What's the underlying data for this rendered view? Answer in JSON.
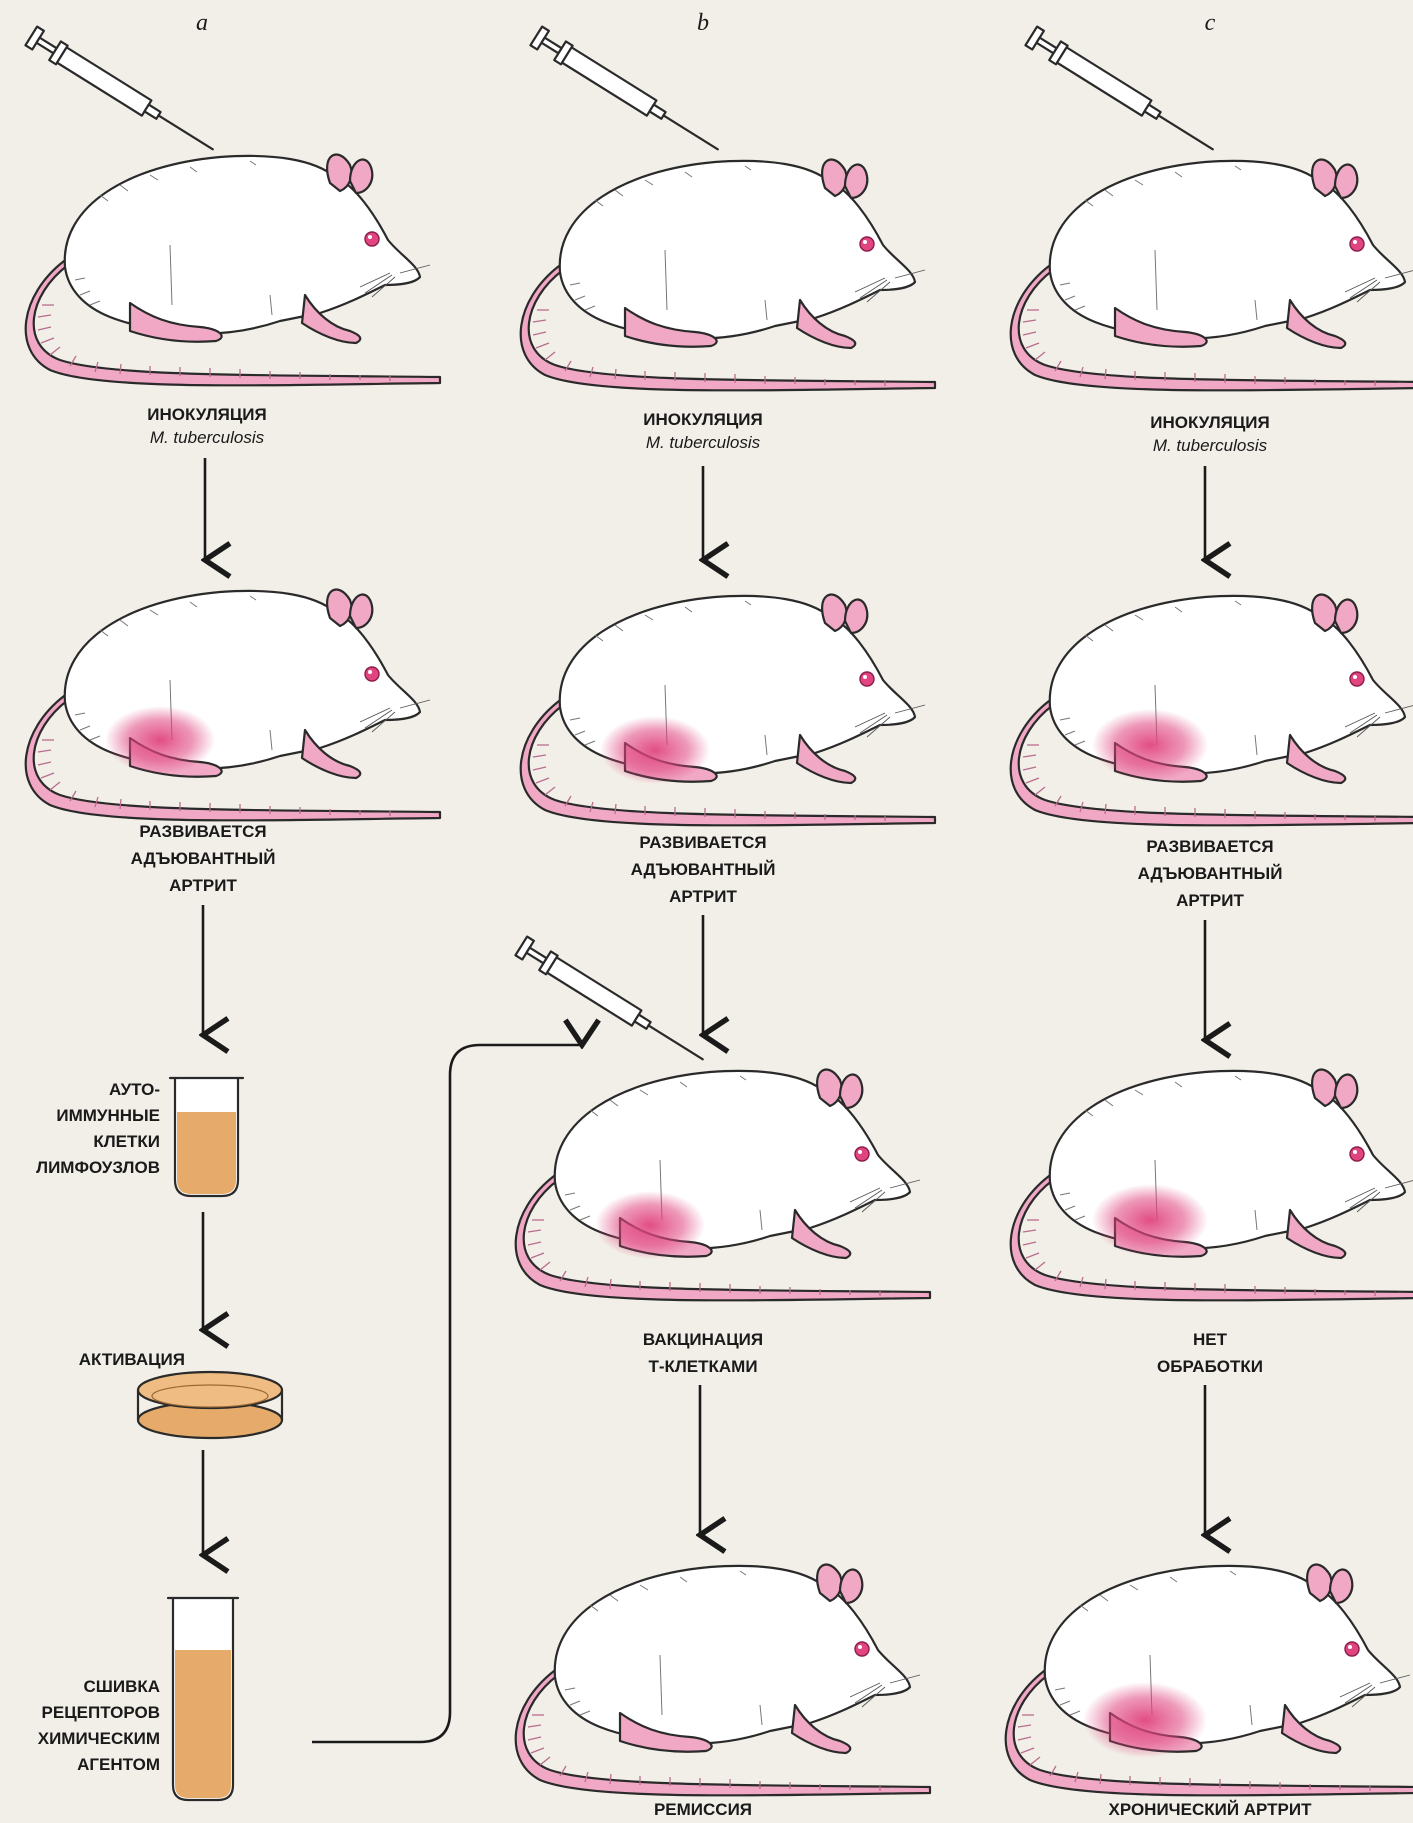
{
  "panels": {
    "a": "a",
    "b": "b",
    "c": "c"
  },
  "labels": {
    "inoculation": "ИНОКУЛЯЦИЯ",
    "species": "M. tuberculosis",
    "arthritis_1": "РАЗВИВАЕТСЯ",
    "arthritis_2": "АДЪЮВАНТНЫЙ",
    "arthritis_3": "АРТРИТ",
    "cells_1": "АУТО-",
    "cells_2": "ИММУННЫЕ",
    "cells_3": "КЛЕТКИ",
    "cells_4": "ЛИМФОУЗЛОВ",
    "activation": "АКТИВАЦИЯ",
    "crosslink_1": "СШИВКА",
    "crosslink_2": "РЕЦЕПТОРОВ",
    "crosslink_3": "ХИМИЧЕСКИМ",
    "crosslink_4": "АГЕНТОМ",
    "vaccination_1": "ВАКЦИНАЦИЯ",
    "vaccination_2": "Т-КЛЕТКАМИ",
    "no_treatment_1": "НЕТ",
    "no_treatment_2": "ОБРАБОТКИ",
    "remission": "РЕМИССИЯ",
    "chronic": "ХРОНИЧЕСКИЙ АРТРИТ"
  },
  "colors": {
    "background": "#f2efe8",
    "rat_body": "#ffffff",
    "rat_pink": "#f0a8c4",
    "inflammation": "#e0457f",
    "liquid": "#e6aa6a",
    "ink": "#1a1a1a"
  }
}
